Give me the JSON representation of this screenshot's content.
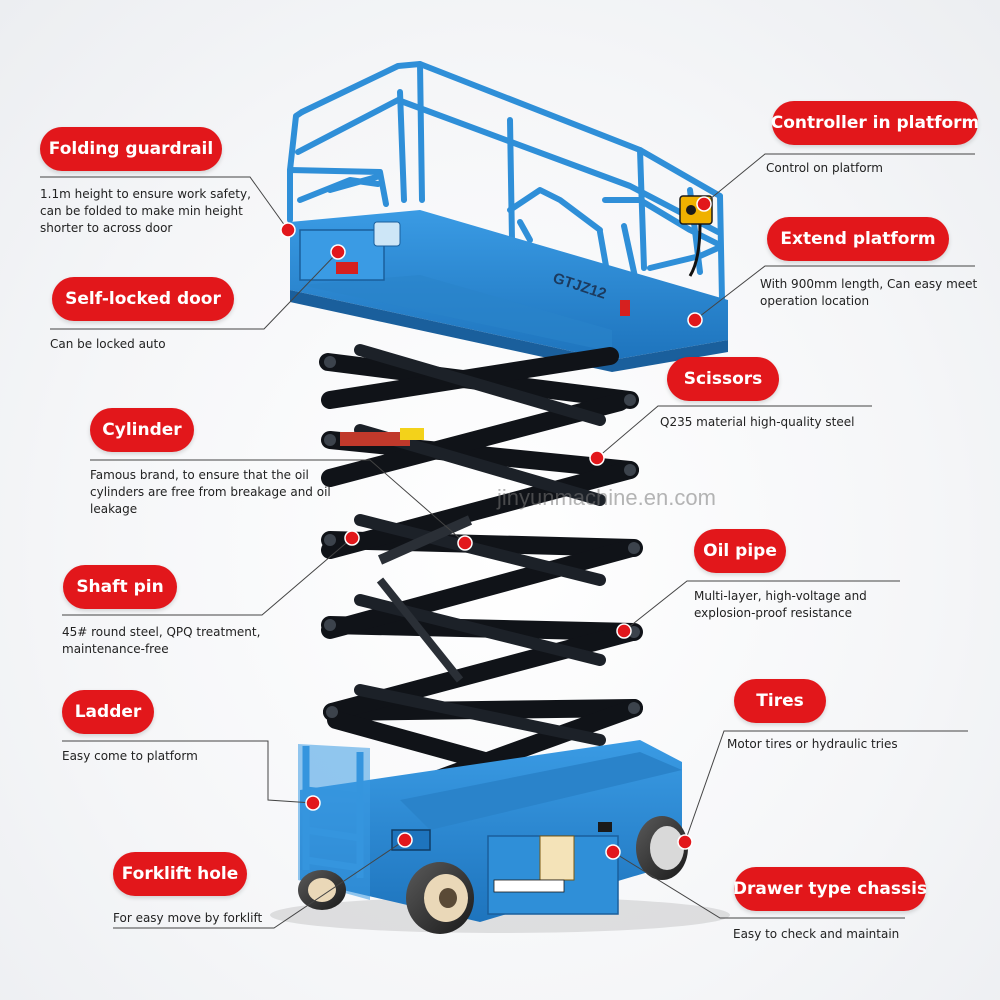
{
  "watermark": "jinyunmachine.en.com",
  "model_plate": "GTJZ12",
  "callouts": {
    "folding_guardrail": {
      "label": "Folding guardrail",
      "desc": [
        "1.1m height to ensure work safety,",
        "can be folded to make min height",
        "shorter to across door"
      ]
    },
    "self_locked_door": {
      "label": "Self-locked door",
      "desc": [
        "Can be locked auto"
      ]
    },
    "cylinder": {
      "label": "Cylinder",
      "desc": [
        "Famous brand, to ensure that the oil",
        "cylinders are free from breakage and oil",
        "leakage"
      ]
    },
    "shaft_pin": {
      "label": "Shaft pin",
      "desc": [
        "45# round steel, QPQ treatment,",
        "maintenance-free"
      ]
    },
    "ladder": {
      "label": "Ladder",
      "desc": [
        "Easy come to platform"
      ]
    },
    "forklift_hole": {
      "label": "Forklift hole",
      "desc": [
        "For easy move by forklift"
      ]
    },
    "controller": {
      "label": "Controller in platform",
      "desc": [
        "Control on platform"
      ]
    },
    "extend_platform": {
      "label": "Extend platform",
      "desc": [
        "With 900mm length, Can easy meet",
        "operation location"
      ]
    },
    "scissors": {
      "label": "Scissors",
      "desc": [
        "Q235 material high-quality steel"
      ]
    },
    "oil_pipe": {
      "label": "Oil pipe",
      "desc": [
        "Multi-layer, high-voltage and",
        "explosion-proof resistance"
      ]
    },
    "tires": {
      "label": "Tires",
      "desc": [
        "Motor tires or hydraulic tries"
      ]
    },
    "drawer_chassis": {
      "label": "Drawer type chassis",
      "desc": [
        "Easy to check and maintain"
      ]
    }
  },
  "colors": {
    "accent_red": "#e2171b",
    "machine_blue": "#2f8fd8",
    "scissor_black": "#101318",
    "leader_gray": "#444444"
  }
}
